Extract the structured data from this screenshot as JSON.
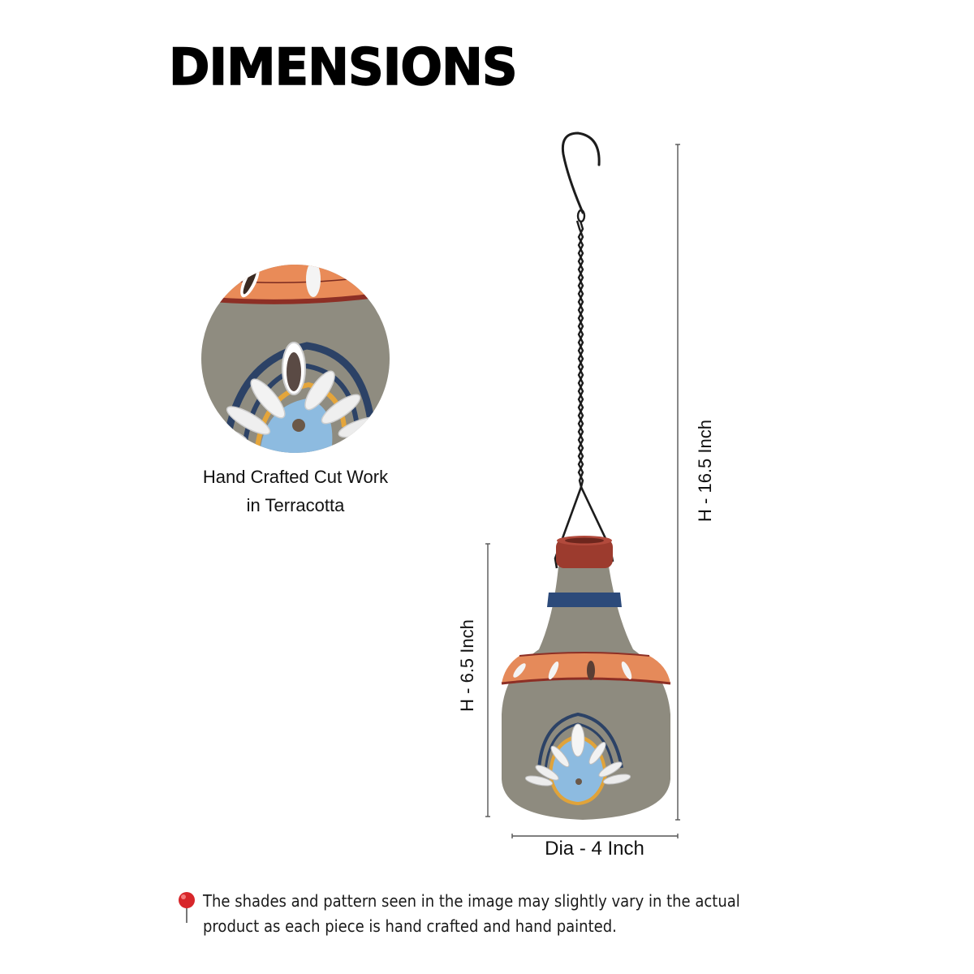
{
  "header": {
    "title": "DIMENSIONS"
  },
  "detail": {
    "caption_line1": "Hand Crafted Cut Work",
    "caption_line2": "in Terracotta",
    "image": "terracotta-cutwork-closeup"
  },
  "dimensions": {
    "total_height": "H - 16.5 Inch",
    "body_height": "H - 6.5 Inch",
    "diameter": "Dia - 4 Inch"
  },
  "product": {
    "image": "hanging-terracotta-lamp-with-chain-and-hook",
    "colors": {
      "body_grey": "#8f8c7f",
      "terracotta_orange": "#e58a5a",
      "rim_red": "#9c3b2e",
      "navy_stripe": "#2c4a7a",
      "light_blue": "#8dbbe0",
      "mustard": "#e0a33a",
      "chain_black": "#1c1c1c"
    }
  },
  "footer": {
    "icon": "round-pushpin-icon",
    "note_line1": "The shades and pattern seen in the image may slightly vary in the actual",
    "note_line2": "product as each piece is hand crafted and hand painted."
  }
}
